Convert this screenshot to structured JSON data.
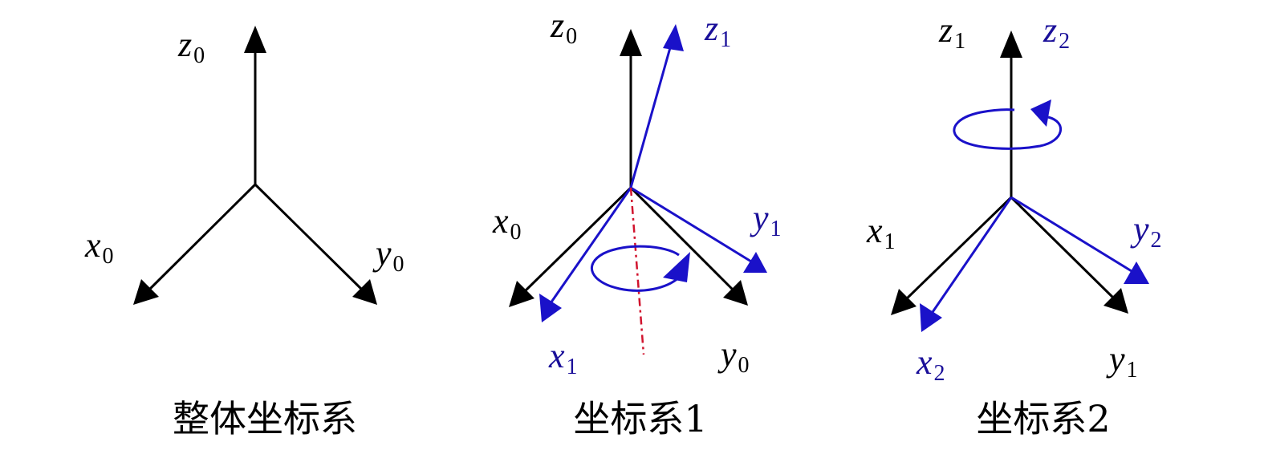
{
  "colors": {
    "black": "#000000",
    "blue": "#1a0f99",
    "arrow_blue": "#1a11c9",
    "red_dash": "#d1142e"
  },
  "panels": [
    {
      "caption": "整体坐标系",
      "axes": {
        "z": {
          "base": "z",
          "sub": "0"
        },
        "x": {
          "base": "x",
          "sub": "0"
        },
        "y": {
          "base": "y",
          "sub": "0"
        }
      }
    },
    {
      "caption": "坐标系1",
      "axes": {
        "z0": {
          "base": "z",
          "sub": "0"
        },
        "z1": {
          "base": "z",
          "sub": "1"
        },
        "x0": {
          "base": "x",
          "sub": "0"
        },
        "y1": {
          "base": "y",
          "sub": "1"
        },
        "x1": {
          "base": "x",
          "sub": "1"
        },
        "y0": {
          "base": "y",
          "sub": "0"
        }
      }
    },
    {
      "caption": "坐标系2",
      "axes": {
        "z1": {
          "base": "z",
          "sub": "1"
        },
        "z2": {
          "base": "z",
          "sub": "2"
        },
        "x1": {
          "base": "x",
          "sub": "1"
        },
        "y2": {
          "base": "y",
          "sub": "2"
        },
        "x2": {
          "base": "x",
          "sub": "2"
        },
        "y1": {
          "base": "y",
          "sub": "1"
        }
      }
    }
  ]
}
